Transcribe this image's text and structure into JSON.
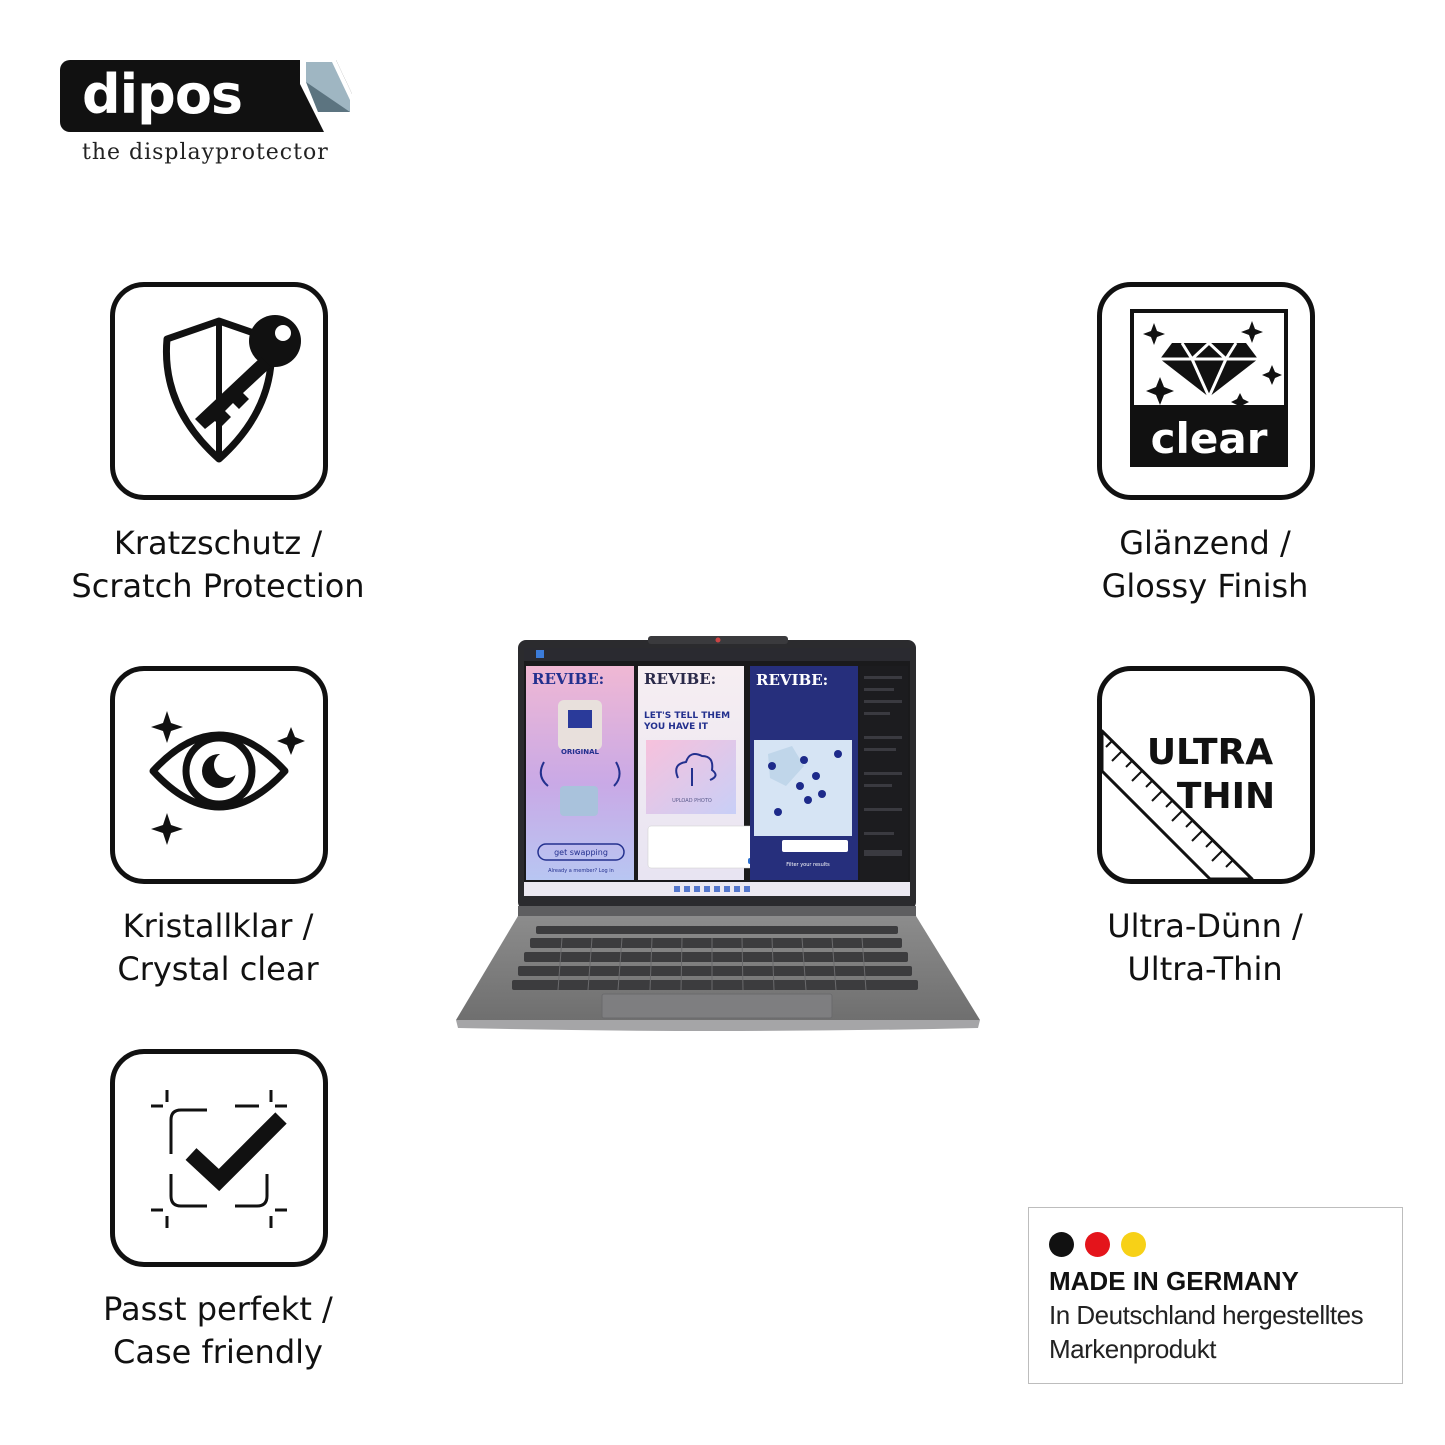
{
  "brand": {
    "name": "dipos",
    "tagline": "the displayprotector"
  },
  "features": [
    {
      "icon": "shield-key-icon",
      "line1": "Kratzschutz /",
      "line2": "Scratch Protection"
    },
    {
      "icon": "eye-sparkle-icon",
      "line1": "Kristallklar /",
      "line2": "Crystal clear"
    },
    {
      "icon": "frame-check-icon",
      "line1": "Passt perfekt /",
      "line2": "Case friendly"
    },
    {
      "icon": "diamond-clear-icon",
      "line1": "Glänzend /",
      "line2": "Glossy Finish",
      "icon_label": "clear"
    },
    {
      "icon": "ruler-ultra-thin-icon",
      "line1": "Ultra-Dünn /",
      "line2": "Ultra-Thin",
      "icon_label_1": "ULTRA",
      "icon_label_2": "THIN"
    }
  ],
  "screen": {
    "app_panels": [
      "REVIBE:",
      "REVIBE:",
      "REVIBE:"
    ],
    "headline_1": "LET'S TELL THEM",
    "headline_2": "YOU HAVE IT",
    "upload_label": "UPLOAD PHOTO",
    "shirt_label": "ORIGINAL",
    "button_label": "get swapping",
    "login_hint": "Already a member? Log in",
    "filter_label": "Filter your results"
  },
  "badge": {
    "title": "MADE IN GERMANY",
    "line1": "In Deutschland hergestelltes",
    "line2": "Markenprodukt",
    "colors": [
      "#111111",
      "#e4141b",
      "#f7d117"
    ]
  }
}
